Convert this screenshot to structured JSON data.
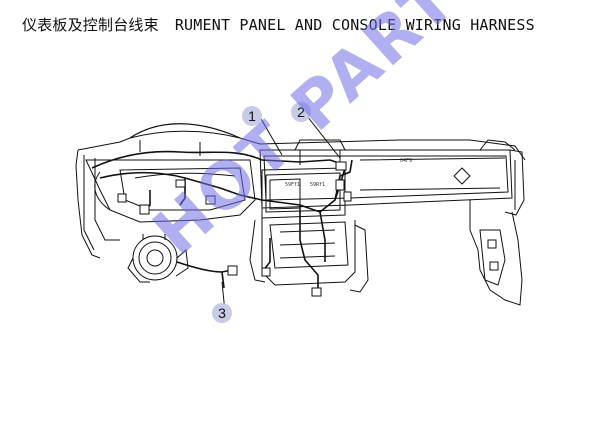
{
  "title": {
    "zh": "仪表板及控制台线束",
    "en": "RUMENT PANEL AND CONSOLE WIRING HARNESS"
  },
  "callouts": [
    "1",
    "2",
    "3"
  ],
  "watermark": "HOT PARTS",
  "connector_tags": [
    "59Ff1",
    "59Rf1",
    "04F9"
  ],
  "colors": {
    "line": "#111111",
    "callout_fill": "#c8cbe6",
    "watermark": "#6e6ee6"
  }
}
